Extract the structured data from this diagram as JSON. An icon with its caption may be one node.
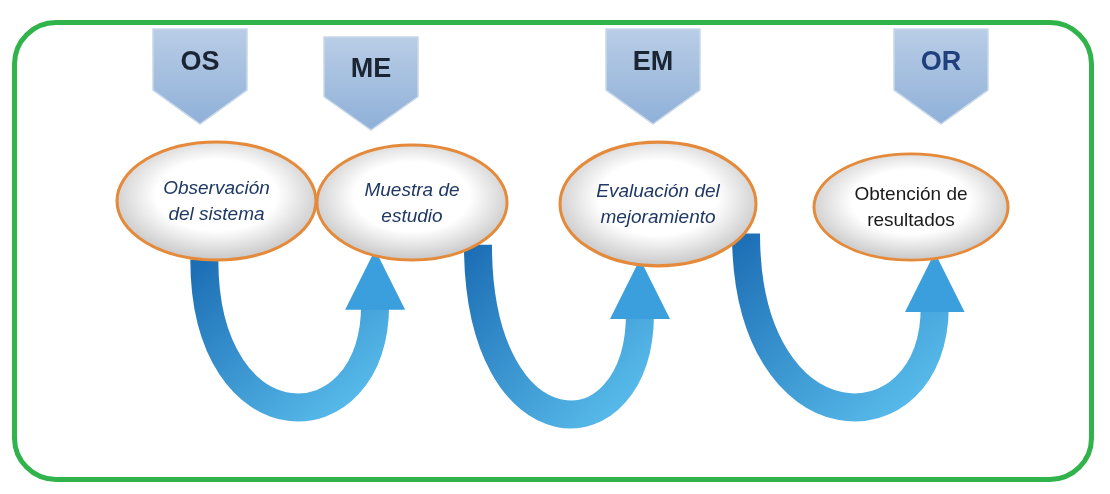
{
  "diagram": {
    "nodes": [
      {
        "text": [
          "OS"
        ]
      },
      {
        "text": [
          "ME"
        ]
      },
      {
        "text": [
          "EM"
        ]
      },
      {
        "text": [
          "OR"
        ]
      },
      {
        "text": [
          "Observación del sistema"
        ]
      },
      {
        "text": [
          "Muestra de estudio"
        ]
      },
      {
        "text": [
          "Evaluación del mejoramiento"
        ]
      },
      {
        "text": [
          "Obtención de resultados"
        ]
      }
    ],
    "edges": [
      {
        "from": 4,
        "to": 5,
        "arrow": "to",
        "style": "thick"
      },
      {
        "from": 5,
        "to": 6,
        "arrow": "to",
        "style": "thick"
      },
      {
        "from": 6,
        "to": 7,
        "arrow": "to",
        "style": "thick"
      }
    ]
  }
}
